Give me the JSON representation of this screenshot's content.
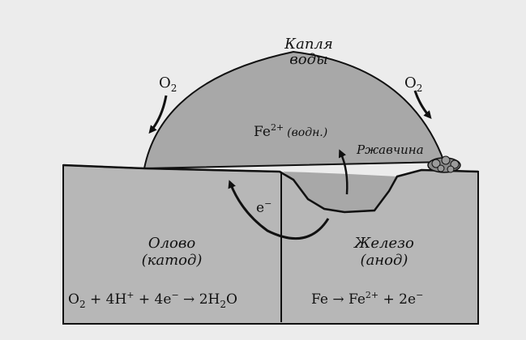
{
  "diagram": {
    "drop_label_line1": "Капля",
    "drop_label_line2": "воды",
    "oxygen_left": "O",
    "oxygen_left_sub": "2",
    "oxygen_right": "O",
    "oxygen_right_sub": "2",
    "iron_ion": "Fe",
    "iron_ion_sup": "2+",
    "iron_ion_state": "(водн.)",
    "rust_label": "Ржавчина",
    "electron": "e",
    "electron_sup": "−",
    "tin_label_line1": "Олово",
    "tin_label_line2": "(катод)",
    "iron_label_line1": "Железо",
    "iron_label_line2": "(анод)",
    "cathode_equation": {
      "part1": "O",
      "sub1": "2",
      "part2": " + 4H",
      "sup1": "+",
      "part3": " + 4e",
      "sup2": "−",
      "part4": " → 2H",
      "sub2": "2",
      "part5": "O"
    },
    "anode_equation": {
      "part1": "Fe → Fe",
      "sup1": "2+",
      "part2": " + 2e",
      "sup2": "−"
    }
  },
  "colors": {
    "background": "#ececec",
    "metal": "#b7b7b7",
    "water": "#a8a8a8",
    "rust": "#8a8a8a",
    "ink": "#111111"
  }
}
